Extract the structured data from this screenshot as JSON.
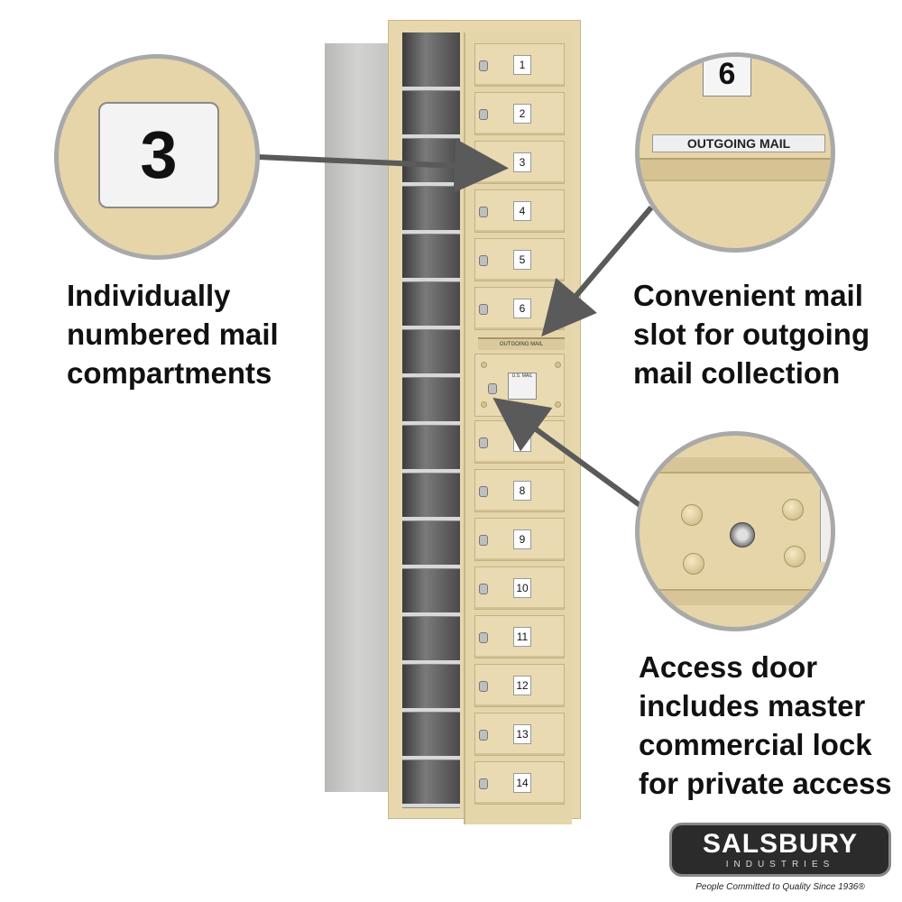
{
  "compartments": [
    "1",
    "2",
    "3",
    "4",
    "5",
    "6",
    "7",
    "8",
    "9",
    "10",
    "11",
    "12",
    "13",
    "14"
  ],
  "outgoing_slot_label": "OUTGOING MAIL",
  "access_door_plate": "U.S. MAIL",
  "callouts": {
    "numbered": {
      "zoom_number": "3",
      "lines": [
        "Individually",
        "numbered mail",
        "compartments"
      ]
    },
    "outgoing": {
      "zoom_number": "6",
      "zoom_label": "OUTGOING MAIL",
      "lines": [
        "Convenient mail",
        "slot for outgoing",
        "mail collection"
      ]
    },
    "access": {
      "lines": [
        "Access door",
        "includes master",
        "commercial lock",
        "for private access"
      ]
    }
  },
  "brand": {
    "name": "SALSBURY",
    "sub": "INDUSTRIES",
    "tagline": "People Committed to Quality Since 1936®"
  },
  "colors": {
    "sandstone": "#e7d7ac",
    "arrow": "#5a5a5a"
  }
}
